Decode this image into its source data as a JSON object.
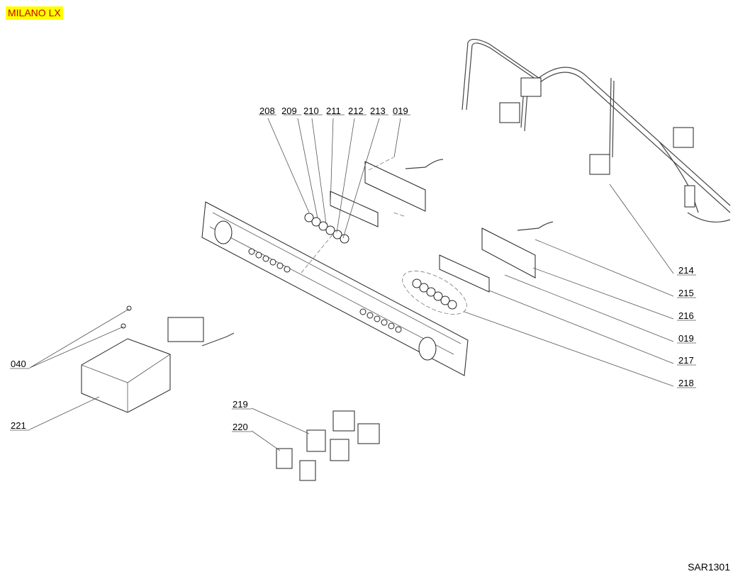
{
  "title": "MILANO LX",
  "drawing_code": "SAR1301",
  "labels": {
    "top": [
      "208",
      "209",
      "210",
      "211",
      "212",
      "213",
      "019"
    ],
    "right": [
      "214",
      "215",
      "216",
      "019",
      "217",
      "218"
    ],
    "left": [
      "040",
      "221"
    ],
    "center": [
      "219",
      "220"
    ]
  },
  "colors": {
    "title_bg": "#ffff00",
    "title_text": "#c00000"
  }
}
